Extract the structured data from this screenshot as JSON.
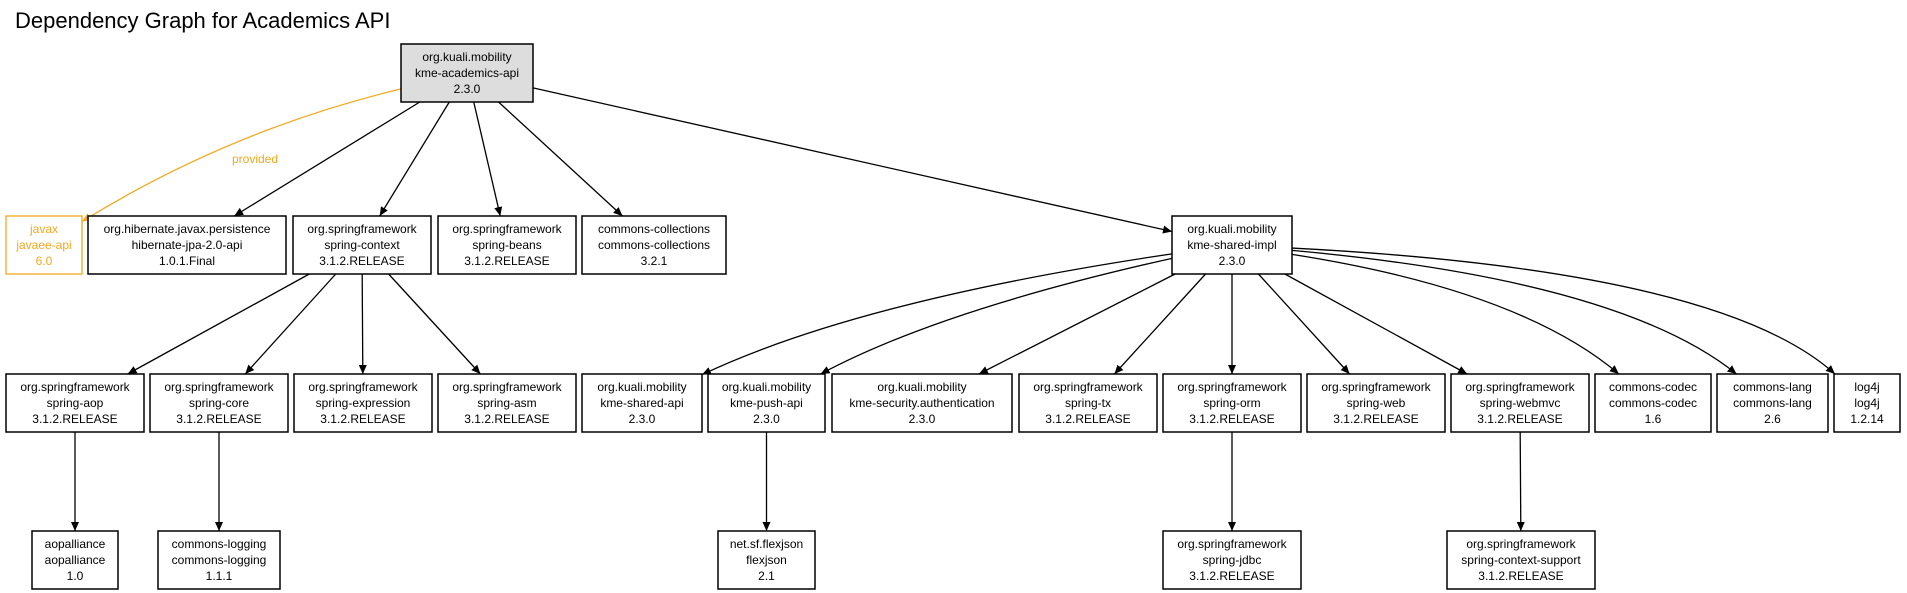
{
  "title": "Dependency Graph for Academics API",
  "colors": {
    "node_border": "#000000",
    "root_fill": "#dddddd",
    "provided": "#f4a820",
    "edge": "#000000"
  },
  "nodes": [
    {
      "id": "api",
      "lines": [
        "org.kuali.mobility",
        "kme-academics-api",
        "2.3.0"
      ],
      "style": "root"
    },
    {
      "id": "javaee",
      "lines": [
        "javax",
        "javaee-api",
        "6.0"
      ],
      "style": "provided"
    },
    {
      "id": "hibernate",
      "lines": [
        "org.hibernate.javax.persistence",
        "hibernate-jpa-2.0-api",
        "1.0.1.Final"
      ],
      "style": "normal"
    },
    {
      "id": "context",
      "lines": [
        "org.springframework",
        "spring-context",
        "3.1.2.RELEASE"
      ],
      "style": "normal"
    },
    {
      "id": "beans",
      "lines": [
        "org.springframework",
        "spring-beans",
        "3.1.2.RELEASE"
      ],
      "style": "normal"
    },
    {
      "id": "collections",
      "lines": [
        "commons-collections",
        "commons-collections",
        "3.2.1"
      ],
      "style": "normal"
    },
    {
      "id": "sharedimpl",
      "lines": [
        "org.kuali.mobility",
        "kme-shared-impl",
        "2.3.0"
      ],
      "style": "normal"
    },
    {
      "id": "aop",
      "lines": [
        "org.springframework",
        "spring-aop",
        "3.1.2.RELEASE"
      ],
      "style": "normal"
    },
    {
      "id": "core",
      "lines": [
        "org.springframework",
        "spring-core",
        "3.1.2.RELEASE"
      ],
      "style": "normal"
    },
    {
      "id": "expression",
      "lines": [
        "org.springframework",
        "spring-expression",
        "3.1.2.RELEASE"
      ],
      "style": "normal"
    },
    {
      "id": "asm",
      "lines": [
        "org.springframework",
        "spring-asm",
        "3.1.2.RELEASE"
      ],
      "style": "normal"
    },
    {
      "id": "sharedapi",
      "lines": [
        "org.kuali.mobility",
        "kme-shared-api",
        "2.3.0"
      ],
      "style": "normal"
    },
    {
      "id": "pushapi",
      "lines": [
        "org.kuali.mobility",
        "kme-push-api",
        "2.3.0"
      ],
      "style": "normal"
    },
    {
      "id": "security",
      "lines": [
        "org.kuali.mobility",
        "kme-security.authentication",
        "2.3.0"
      ],
      "style": "normal"
    },
    {
      "id": "tx",
      "lines": [
        "org.springframework",
        "spring-tx",
        "3.1.2.RELEASE"
      ],
      "style": "normal"
    },
    {
      "id": "orm",
      "lines": [
        "org.springframework",
        "spring-orm",
        "3.1.2.RELEASE"
      ],
      "style": "normal"
    },
    {
      "id": "web",
      "lines": [
        "org.springframework",
        "spring-web",
        "3.1.2.RELEASE"
      ],
      "style": "normal"
    },
    {
      "id": "webmvc",
      "lines": [
        "org.springframework",
        "spring-webmvc",
        "3.1.2.RELEASE"
      ],
      "style": "normal"
    },
    {
      "id": "codec",
      "lines": [
        "commons-codec",
        "commons-codec",
        "1.6"
      ],
      "style": "normal"
    },
    {
      "id": "lang",
      "lines": [
        "commons-lang",
        "commons-lang",
        "2.6"
      ],
      "style": "normal"
    },
    {
      "id": "log4j",
      "lines": [
        "log4j",
        "log4j",
        "1.2.14"
      ],
      "style": "normal"
    },
    {
      "id": "aopalliance",
      "lines": [
        "aopalliance",
        "aopalliance",
        "1.0"
      ],
      "style": "normal"
    },
    {
      "id": "logging",
      "lines": [
        "commons-logging",
        "commons-logging",
        "1.1.1"
      ],
      "style": "normal"
    },
    {
      "id": "flexjson",
      "lines": [
        "net.sf.flexjson",
        "flexjson",
        "2.1"
      ],
      "style": "normal"
    },
    {
      "id": "jdbc",
      "lines": [
        "org.springframework",
        "spring-jdbc",
        "3.1.2.RELEASE"
      ],
      "style": "normal"
    },
    {
      "id": "ctxsupport",
      "lines": [
        "org.springframework",
        "spring-context-support",
        "3.1.2.RELEASE"
      ],
      "style": "normal"
    }
  ],
  "edges": [
    {
      "from": "api",
      "to": "javaee",
      "label": "provided",
      "style": "provided"
    },
    {
      "from": "api",
      "to": "hibernate",
      "label": "",
      "style": "normal"
    },
    {
      "from": "api",
      "to": "context",
      "label": "",
      "style": "normal"
    },
    {
      "from": "api",
      "to": "beans",
      "label": "",
      "style": "normal"
    },
    {
      "from": "api",
      "to": "collections",
      "label": "",
      "style": "normal"
    },
    {
      "from": "api",
      "to": "sharedimpl",
      "label": "",
      "style": "normal"
    },
    {
      "from": "context",
      "to": "aop",
      "label": "",
      "style": "normal"
    },
    {
      "from": "context",
      "to": "core",
      "label": "",
      "style": "normal"
    },
    {
      "from": "context",
      "to": "expression",
      "label": "",
      "style": "normal"
    },
    {
      "from": "context",
      "to": "asm",
      "label": "",
      "style": "normal"
    },
    {
      "from": "sharedimpl",
      "to": "sharedapi",
      "label": "",
      "style": "normal"
    },
    {
      "from": "sharedimpl",
      "to": "pushapi",
      "label": "",
      "style": "normal"
    },
    {
      "from": "sharedimpl",
      "to": "security",
      "label": "",
      "style": "normal"
    },
    {
      "from": "sharedimpl",
      "to": "tx",
      "label": "",
      "style": "normal"
    },
    {
      "from": "sharedimpl",
      "to": "orm",
      "label": "",
      "style": "normal"
    },
    {
      "from": "sharedimpl",
      "to": "web",
      "label": "",
      "style": "normal"
    },
    {
      "from": "sharedimpl",
      "to": "webmvc",
      "label": "",
      "style": "normal"
    },
    {
      "from": "sharedimpl",
      "to": "codec",
      "label": "",
      "style": "normal"
    },
    {
      "from": "sharedimpl",
      "to": "lang",
      "label": "",
      "style": "normal"
    },
    {
      "from": "sharedimpl",
      "to": "log4j",
      "label": "",
      "style": "normal"
    },
    {
      "from": "aop",
      "to": "aopalliance",
      "label": "",
      "style": "normal"
    },
    {
      "from": "core",
      "to": "logging",
      "label": "",
      "style": "normal"
    },
    {
      "from": "pushapi",
      "to": "flexjson",
      "label": "",
      "style": "normal"
    },
    {
      "from": "orm",
      "to": "jdbc",
      "label": "",
      "style": "normal"
    },
    {
      "from": "webmvc",
      "to": "ctxsupport",
      "label": "",
      "style": "normal"
    }
  ]
}
